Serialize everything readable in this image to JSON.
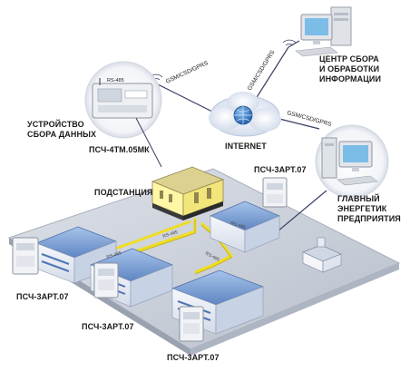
{
  "diagram": {
    "labels": {
      "data_center": [
        "ЦЕНТР СБОРА",
        "И ОБРАБОТКИ",
        "ИНФОРМАЦИИ"
      ],
      "internet": "INTERNET",
      "device": [
        "УСТРОЙСТВО",
        "СБОРА ДАННЫХ"
      ],
      "device_model": "ПСЧ-4ТМ.05МК",
      "substation": "ПОДСТАНЦИЯ",
      "chief_engineer": [
        "ГЛАВНЫЙ",
        "ЭНЕРГЕТИК",
        "ПРЕДПРИЯТИЯ"
      ],
      "meter_top": "ПСЧ-3АРТ.07",
      "meter_left": "ПСЧ-3АРТ.07",
      "meter_mid": "ПСЧ-3АРТ.07",
      "meter_bottom": "ПСЧ-3АРТ.07"
    },
    "links": {
      "gsm_1": "GSM/CSD/GPRS",
      "gsm_2": "GSM/CSD/GPRS",
      "gsm_3": "GSM/CSD/GPRS",
      "rs485": "RS-485",
      "bus_tags": [
        "RS-485",
        "RS-485",
        "RS-485",
        "RS-485"
      ]
    }
  },
  "colors": {
    "ground": "#c9ced8",
    "ground_edge": "#aab1be",
    "building_roof": "#7fa4d6",
    "building_wall": "#e9eef6",
    "building_window": "#4f76b3",
    "cable": "#f0dd23",
    "link_line": "#3a3f63",
    "cloud": "#dfe7f4",
    "substation_roof": "#bfb67a",
    "substation_wall": "#fff6a6",
    "substation_base": "#3a3a3a",
    "globe": "#2f6db8",
    "pc_case": "#dfe2e7",
    "monitor_screen": "#7cbde8"
  }
}
